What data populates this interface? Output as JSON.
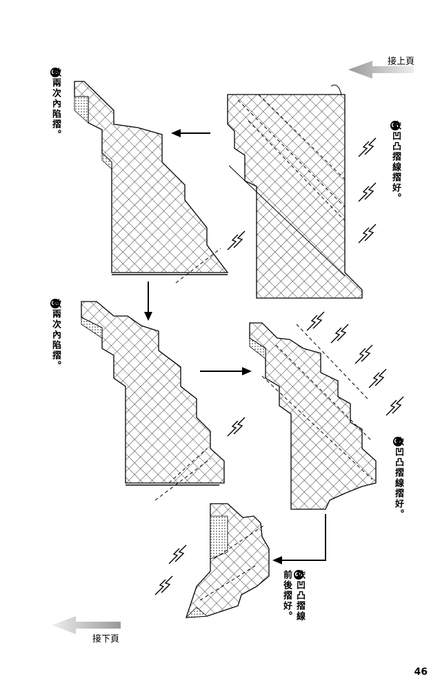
{
  "nav": {
    "prev_label": "接上頁",
    "next_label": "接下頁"
  },
  "steps": [
    {
      "number": "65",
      "lines": [
        "做兩次內陷摺。"
      ]
    },
    {
      "number": "64",
      "lines": [
        "依凹凸摺線摺好。"
      ]
    },
    {
      "number": "66",
      "lines": [
        "做兩次內陷摺。"
      ]
    },
    {
      "number": "67",
      "lines": [
        "依凹凸摺線摺好。"
      ]
    },
    {
      "number": "68",
      "lines": [
        "依凹凸摺線",
        "前後摺好。"
      ]
    }
  ],
  "page_number": "46"
}
